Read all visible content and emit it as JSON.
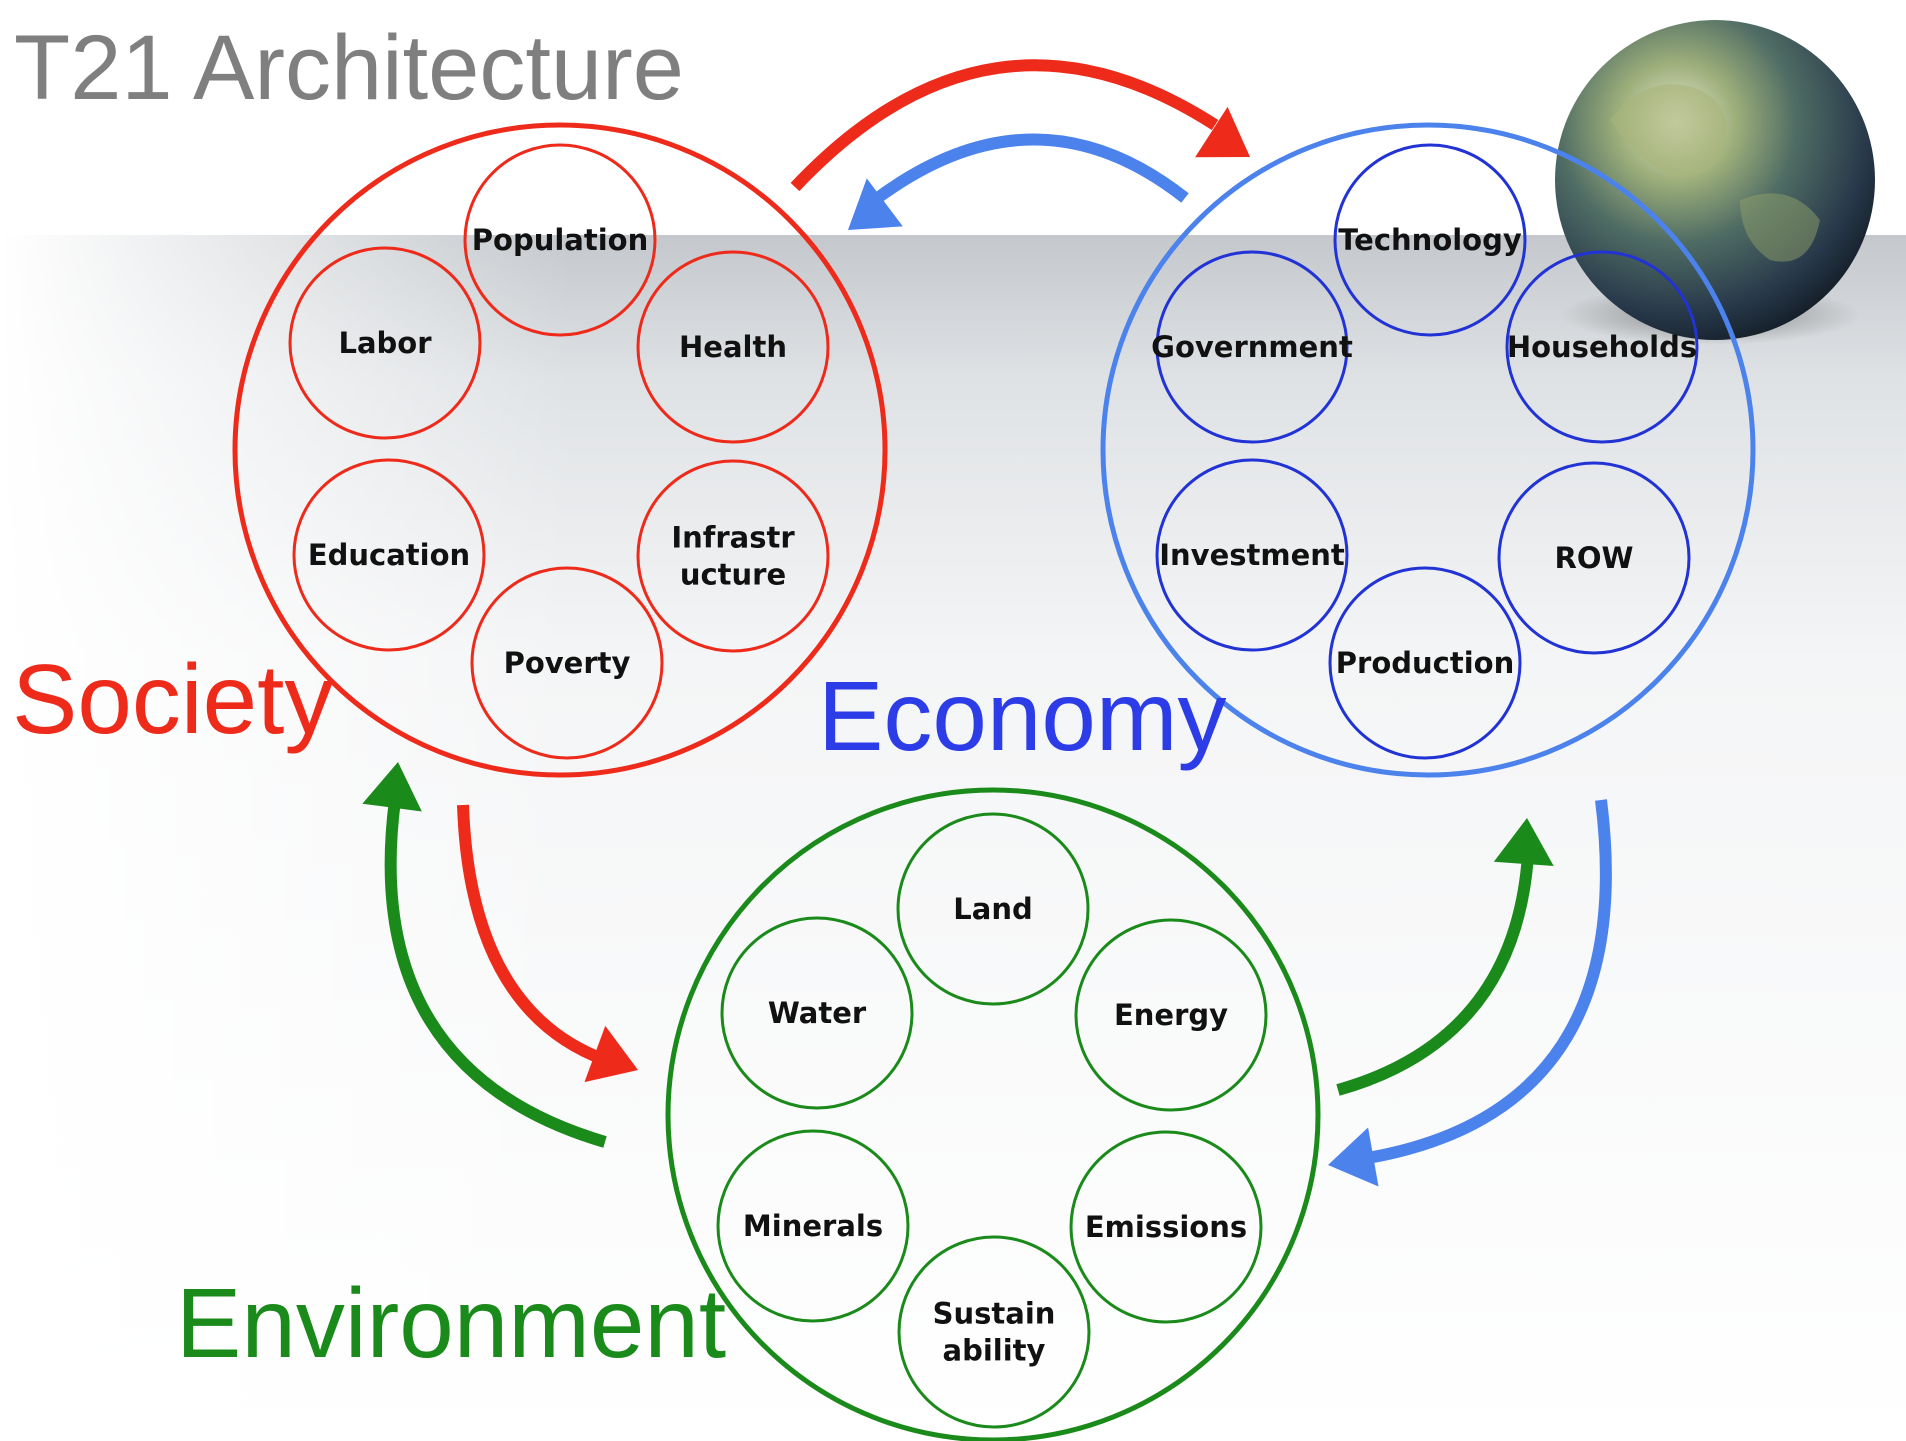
{
  "title": "T21 Architecture",
  "colors": {
    "society": "#ee2a1b",
    "economy": "#4b82ec",
    "economy_nodes": "#2233d6",
    "economy_label": "#2c3de8",
    "environment": "#1a8a1a",
    "title": "#7f7f7f"
  },
  "globe_icon": "earth-globe",
  "society": {
    "label": "Society",
    "nodes": [
      {
        "lines": [
          "Population"
        ]
      },
      {
        "lines": [
          "Labor"
        ]
      },
      {
        "lines": [
          "Health"
        ]
      },
      {
        "lines": [
          "Education"
        ]
      },
      {
        "lines": [
          "Infrastr",
          "ucture"
        ]
      },
      {
        "lines": [
          "Poverty"
        ]
      }
    ]
  },
  "economy": {
    "label": "Economy",
    "nodes": [
      {
        "lines": [
          "Technology"
        ]
      },
      {
        "lines": [
          "Government"
        ]
      },
      {
        "lines": [
          "Households"
        ]
      },
      {
        "lines": [
          "Investment"
        ]
      },
      {
        "lines": [
          "ROW"
        ]
      },
      {
        "lines": [
          "Production"
        ]
      }
    ]
  },
  "environment": {
    "label": "Environment",
    "nodes": [
      {
        "lines": [
          "Land"
        ]
      },
      {
        "lines": [
          "Water"
        ]
      },
      {
        "lines": [
          "Energy"
        ]
      },
      {
        "lines": [
          "Minerals"
        ]
      },
      {
        "lines": [
          "Emissions"
        ]
      },
      {
        "lines": [
          "Sustain",
          "ability"
        ]
      }
    ]
  }
}
